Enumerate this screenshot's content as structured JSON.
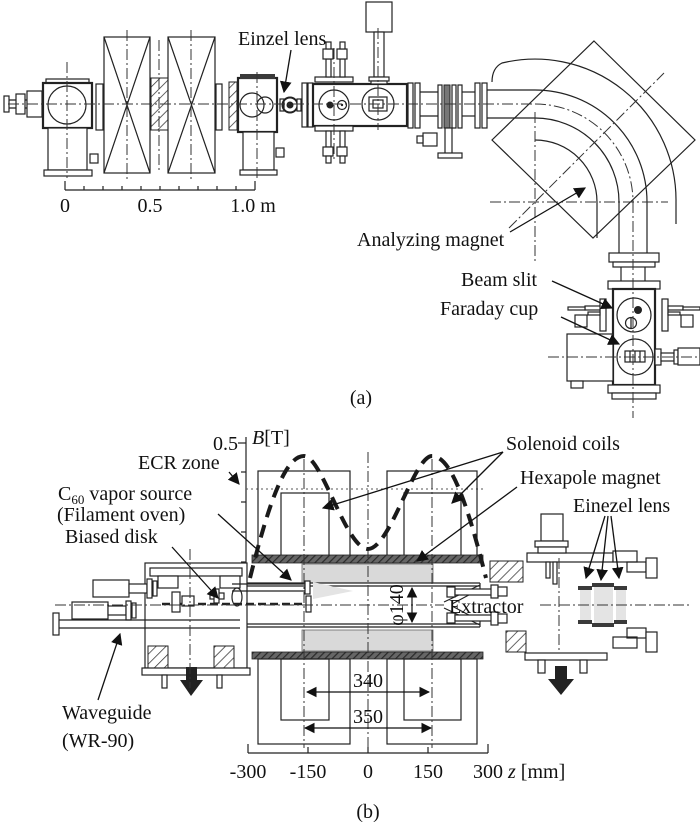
{
  "panel_a": {
    "label": "(a)",
    "annotations": {
      "einzel_lens": "Einzel lens",
      "analyzing_magnet": "Analyzing magnet",
      "beam_slit": "Beam slit",
      "faraday_cup": "Faraday cup"
    },
    "scale_bar": {
      "ticks": [
        "0",
        "0.5",
        "1.0 m"
      ]
    }
  },
  "panel_b": {
    "label": "(b)",
    "b_axis": {
      "symbol": "B",
      "unit": "[T]",
      "tick_label": "0.5"
    },
    "z_axis": {
      "symbol": "z",
      "unit": " [mm]",
      "ticks": [
        "-300",
        "-150",
        "0",
        "150",
        "300"
      ]
    },
    "annotations": {
      "ecr_zone": "ECR zone",
      "c60_element": "C",
      "c60_sub": "60",
      "c60_rest": " vapor source",
      "filament_oven": "(Filament oven)",
      "biased_disk": "Biased disk",
      "solenoid_coils": "Solenoid coils",
      "hexapole_magnet": "Hexapole magnet",
      "einezel_lens": "Einezel lens",
      "extractor": "Extractor",
      "waveguide": "Waveguide",
      "waveguide_type": "(WR-90)"
    },
    "dimensions": {
      "coil_inner_span": "340",
      "coil_outer_span": "350",
      "chamber_diameter": "φ140"
    }
  }
}
